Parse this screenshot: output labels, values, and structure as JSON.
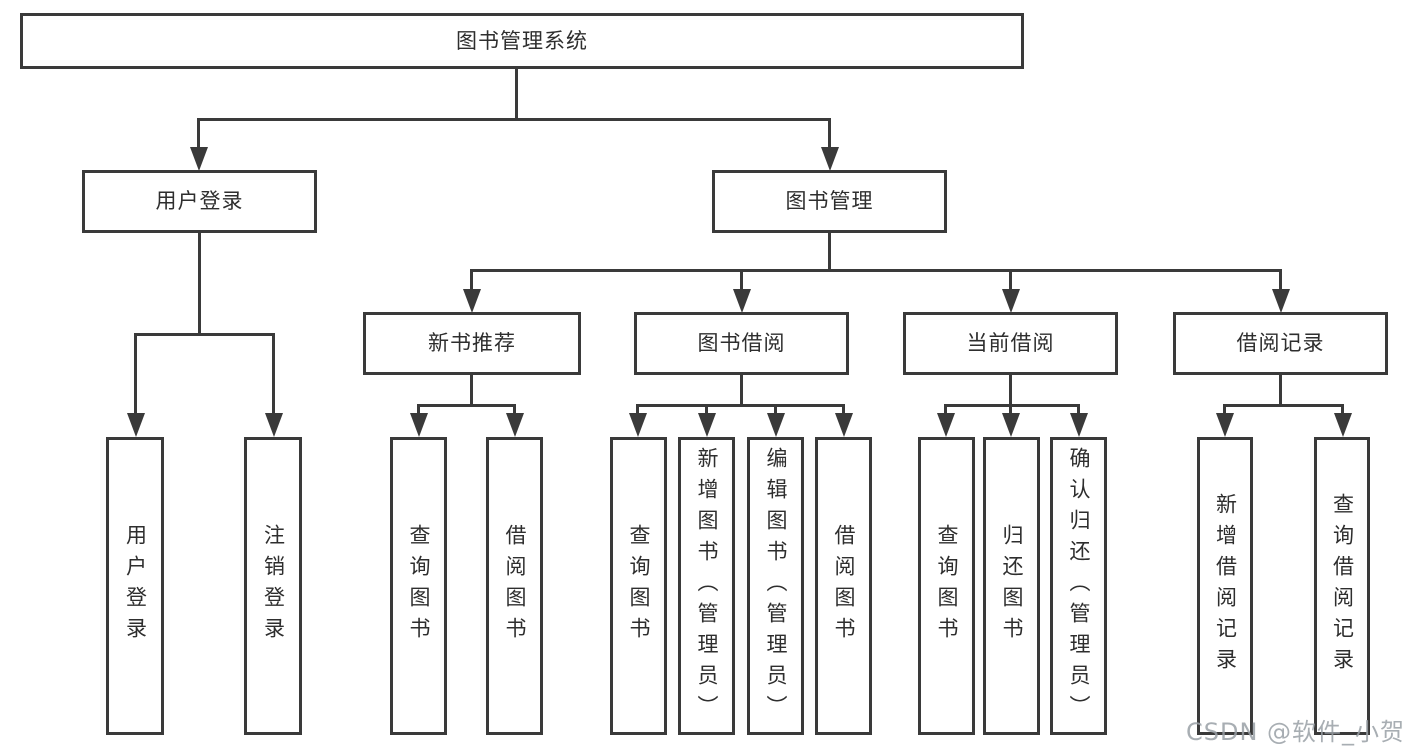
{
  "colors": {
    "line": "#3a3a3a",
    "box_border": "#3a3a3a",
    "text": "#2e2e2e",
    "background": "#ffffff",
    "watermark": "#9aa0a6"
  },
  "diagram_type": "hierarchy-tree",
  "tree": {
    "label": "图书管理系统",
    "children": [
      {
        "label": "用户登录",
        "children": [
          {
            "label": "用户登录"
          },
          {
            "label": "注销登录"
          }
        ]
      },
      {
        "label": "图书管理",
        "children": [
          {
            "label": "新书推荐",
            "children": [
              {
                "label": "查询图书"
              },
              {
                "label": "借阅图书"
              }
            ]
          },
          {
            "label": "图书借阅",
            "children": [
              {
                "label": "查询图书"
              },
              {
                "label": "新增图书（管理员）"
              },
              {
                "label": "编辑图书（管理员）"
              },
              {
                "label": "借阅图书"
              }
            ]
          },
          {
            "label": "当前借阅",
            "children": [
              {
                "label": "查询图书"
              },
              {
                "label": "归还图书"
              },
              {
                "label": "确认归还（管理员）"
              }
            ]
          },
          {
            "label": "借阅记录",
            "children": [
              {
                "label": "新增借阅记录"
              },
              {
                "label": "查询借阅记录"
              }
            ]
          }
        ]
      }
    ]
  },
  "watermark": {
    "text": "CSDN @软件_小贺同学"
  }
}
